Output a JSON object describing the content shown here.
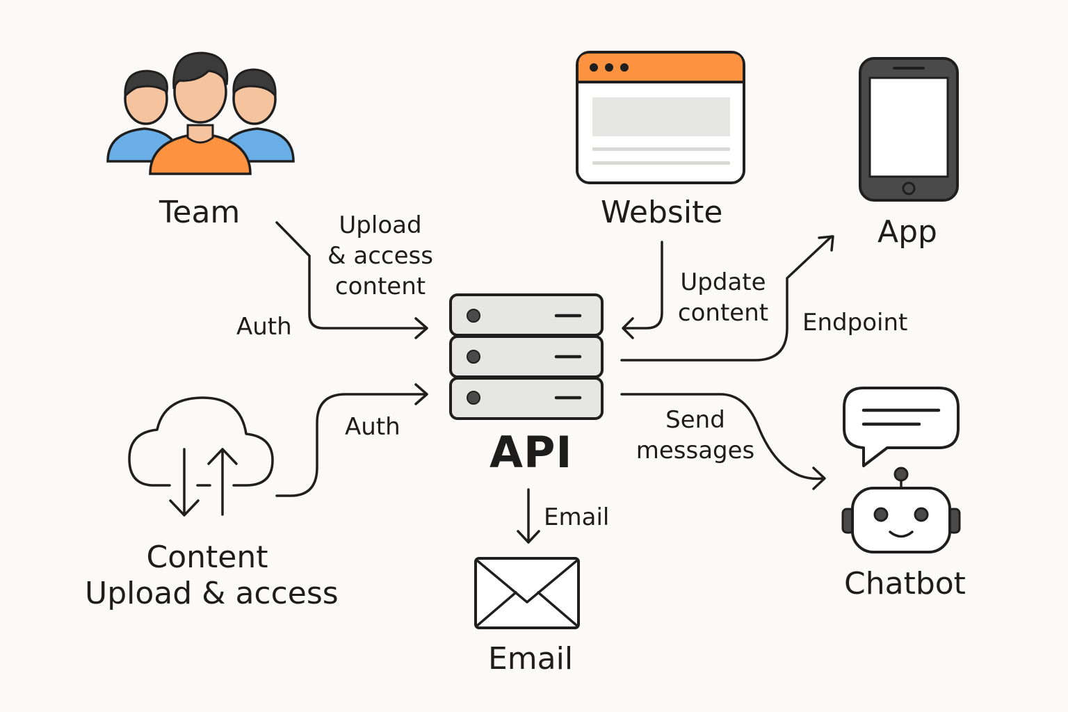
{
  "nodes": {
    "team": "Team",
    "website": "Website",
    "app": "App",
    "api": "API",
    "content": [
      "Content",
      "Upload & access"
    ],
    "email": "Email",
    "chatbot": "Chatbot"
  },
  "edges": {
    "team_to_api": [
      "Upload",
      "& access",
      "content"
    ],
    "team_auth": "Auth",
    "content_auth": "Auth",
    "website_to_api": [
      "Update",
      "content"
    ],
    "api_to_app": "Endpoint",
    "api_to_chatbot": [
      "Send",
      "messages"
    ],
    "api_to_email": "Email"
  },
  "colors": {
    "accent_orange": "#fd9240",
    "accent_blue": "#6aaee8",
    "skin": "#f6c39f",
    "hair": "#3b3b3b",
    "stroke": "#1f1f1f",
    "server_fill": "#e6e6e4",
    "device_fill": "#4a4a4a"
  }
}
